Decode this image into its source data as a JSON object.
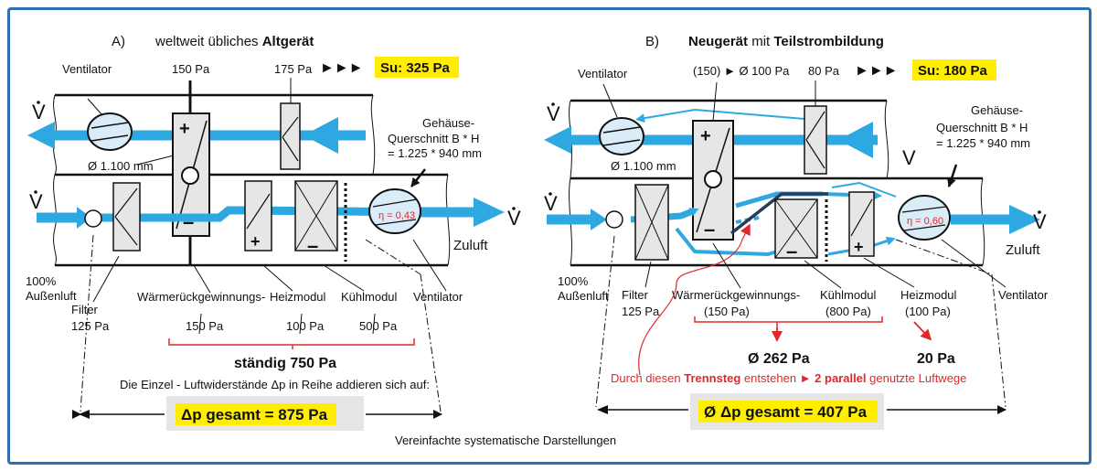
{
  "left": {
    "letter": "A)",
    "title_plain": "weltweit übliches ",
    "title_bold": "Altgerät",
    "summary_arrows": "►►►",
    "summary": "Su: 325 Pa",
    "ventilator_top": "Ventilator",
    "wrg_top_pressure": "150 Pa",
    "filter_top_pressure": "175 Pa",
    "v_symbol": "V",
    "diameter": "Ø 1.100 mm",
    "housing_1": "Gehäuse-",
    "housing_2": "Querschnitt B * H",
    "housing_3": "= 1.225 * 940 mm",
    "eta": "η = 0,43",
    "zuluft": "Zuluft",
    "aussenluft_1": "100%",
    "aussenluft_2": "Außenluft",
    "filter_label": "Filter",
    "filter_pressure": "125 Pa",
    "wrg_label": "Wärmerückgewinnungs-",
    "heiz_label": "Heizmodul",
    "kuehl_label": "Kühlmodul",
    "ventilator_bottom": "Ventilator",
    "wrg_pressure": "150 Pa",
    "heiz_pressure": "100 Pa",
    "kuehl_pressure": "500 Pa",
    "staendig": "ständig 750 Pa",
    "sum_text": "Die Einzel - Luftwiderstände Δp in Reihe addieren sich auf:",
    "total": "Δp gesamt = 875 Pa"
  },
  "right": {
    "letter": "B)",
    "title_bold1": "Neugerät",
    "title_plain": " mit ",
    "title_bold2": "Teilstrombildung",
    "summary_arrows": "►►►",
    "summary": "Su: 180 Pa",
    "ventilator_top": "Ventilator",
    "wrg_top_pressure": "(150) ► Ø 100 Pa",
    "filter_top_pressure": "80 Pa",
    "v_symbol": "V",
    "diameter": "Ø 1.100 mm",
    "housing_1": "Gehäuse-",
    "housing_2": "Querschnitt B * H",
    "housing_3": "= 1.225 * 940 mm",
    "eta": "η = 0,60",
    "zuluft": "Zuluft",
    "aussenluft_1": "100%",
    "aussenluft_2": "Außenluft",
    "filter_label": "Filter",
    "filter_pressure": "125 Pa",
    "wrg_label": "Wärmerückgewinnungs-",
    "wrg_pressure": "(150 Pa)",
    "kuehl_label": "Kühlmodul",
    "kuehl_pressure": "(800 Pa)",
    "heiz_label": "Heizmodul",
    "heiz_pressure": "(100 Pa)",
    "ventilator_bottom": "Ventilator",
    "avg_pressure": "Ø 262 Pa",
    "heiz_result": "20 Pa",
    "trennsteg_1": "Durch diesen ",
    "trennsteg_bold": "Trennsteg",
    "trennsteg_2": " entstehen ► ",
    "trennsteg_bold2": "2 parallel",
    "trennsteg_3": " genutzte Luftwege",
    "total": "Ø Δp gesamt = 407 Pa"
  },
  "footer": "Vereinfachte systematische Darstellungen",
  "colors": {
    "airflow": "#2ea8e0",
    "highlight": "#ffee00",
    "box": "#e6e6e6",
    "note": "#e0282a",
    "frame": "#2f6fb0"
  }
}
